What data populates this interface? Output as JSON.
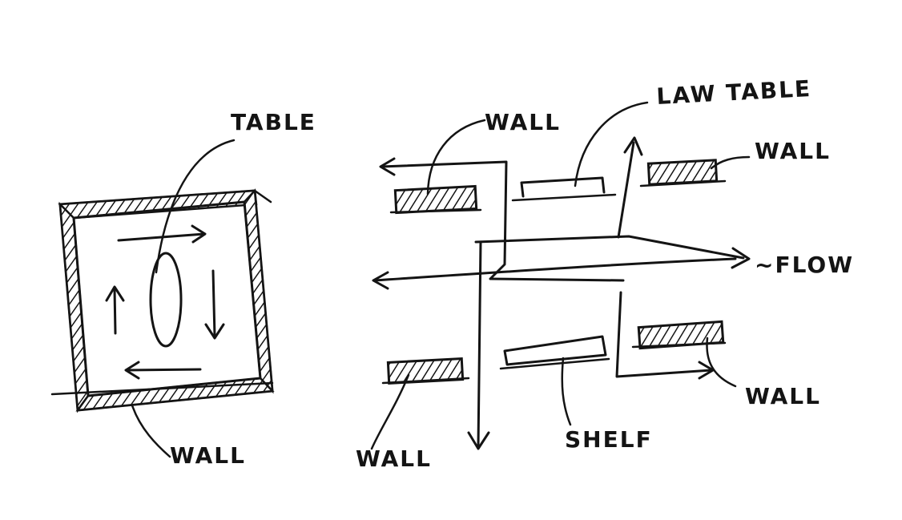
{
  "colors": {
    "ink": "#141414",
    "paper": "#ffffff"
  },
  "labels": {
    "table": "TABLE",
    "wall_left": "WALL",
    "wall_top_left": "WALL",
    "low_table": "LAW TABLE",
    "wall_top_right": "WALL",
    "flow": "~FLOW",
    "wall_bottom_left": "WALL",
    "shelf": "SHELF",
    "wall_bottom_right": "WALL"
  }
}
